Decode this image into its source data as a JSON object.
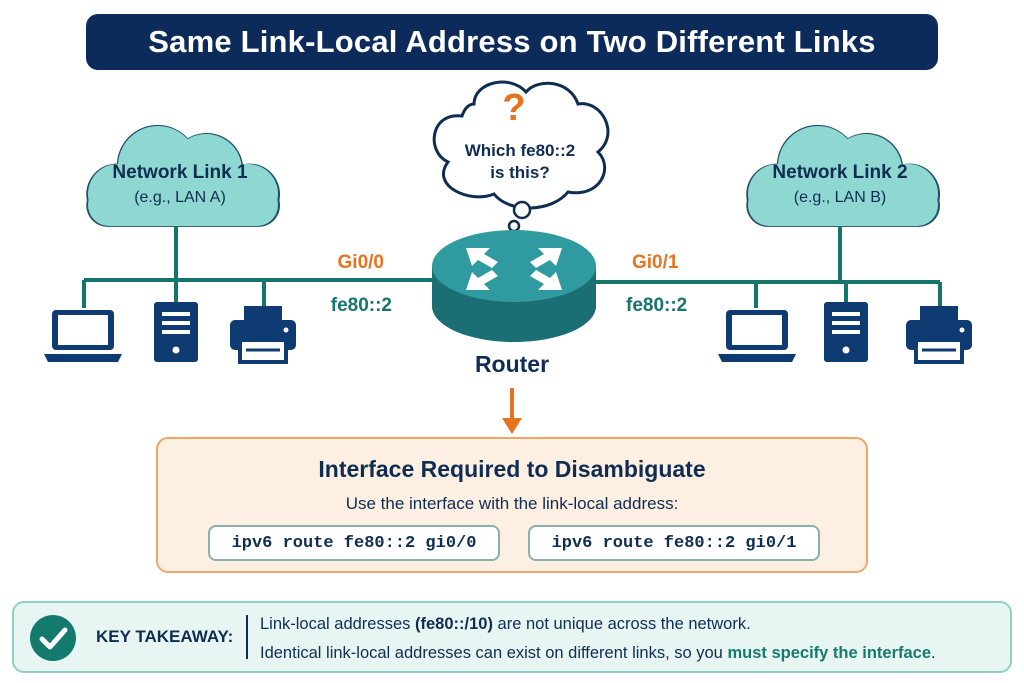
{
  "title": "Same Link-Local Address on Two Different Links",
  "link1": {
    "name": "Network Link 1",
    "example": "(e.g., LAN A)"
  },
  "link2": {
    "name": "Network Link 2",
    "example": "(e.g., LAN B)"
  },
  "router": {
    "label": "Router",
    "question_mark": "?",
    "thought_line1": "Which fe80::2",
    "thought_line2": "is this?"
  },
  "interfaces": [
    {
      "name": "Gi0/0",
      "address": "fe80::2"
    },
    {
      "name": "Gi0/1",
      "address": "fe80::2"
    }
  ],
  "devices": [
    "laptop-icon",
    "server-icon",
    "printer-icon"
  ],
  "info_box": {
    "title": "Interface Required to Disambiguate",
    "subtitle": "Use the interface with the link-local address:",
    "commands": [
      "ipv6 route fe80::2 gi0/0",
      "ipv6 route fe80::2 gi0/1"
    ]
  },
  "takeaway": {
    "label": "KEY TAKEAWAY:",
    "line1_prefix": "Link-local addresses ",
    "line1_bold": "(fe80::/10)",
    "line1_suffix": " are not unique across the network.",
    "line2_prefix": "Identical link-local addresses can exist on different links, so you ",
    "line2_bold": "must specify the interface",
    "line2_suffix": "."
  },
  "colors": {
    "navy": "#0c2b5a",
    "teal": "#15756b",
    "orange": "#e8731f",
    "cloud_fill": "#8fd8d2",
    "device_navy": "#0f3b73"
  }
}
